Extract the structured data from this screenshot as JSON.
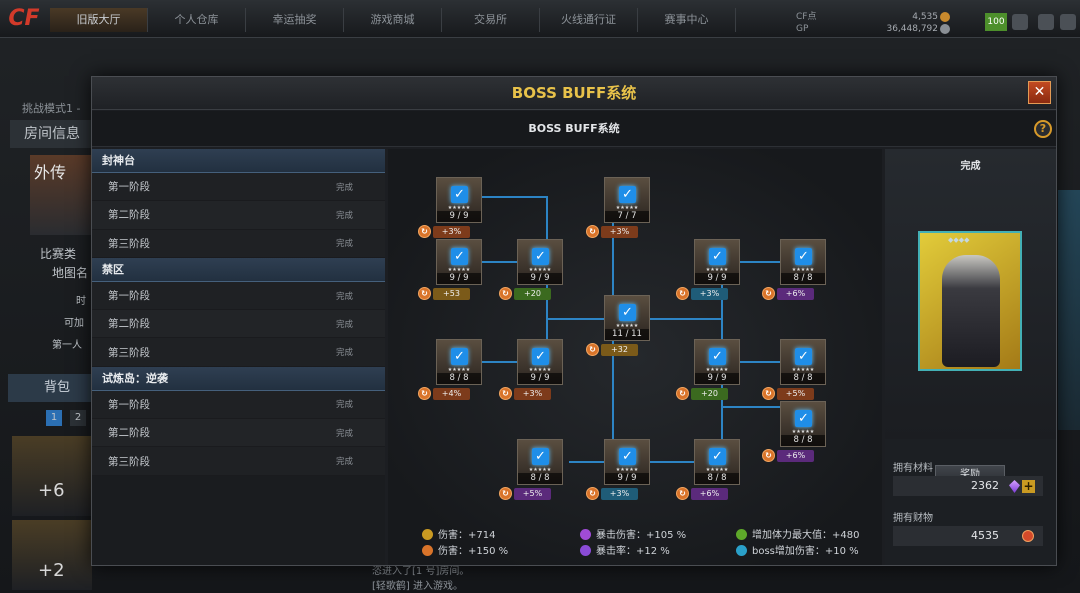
{
  "background": {
    "logo": "CF",
    "nav": [
      "旧版大厅",
      "个人仓库",
      "幸运抽奖",
      "游戏商城",
      "交易所",
      "火线通行证",
      "赛事中心"
    ],
    "currency_labels": [
      "CF点",
      "GP"
    ],
    "cf_points": "4,535",
    "gp": "36,448,792",
    "level": "100",
    "mode_label": "挑战模式1 -",
    "room_info_tab": "房间信息",
    "banner_text": "外传",
    "side_lines": [
      "比赛类",
      "地图名",
      "时",
      "可加",
      "第一人"
    ],
    "bag_tab": "背包",
    "bag_pages": [
      "1",
      "2"
    ],
    "card_values": [
      "+6",
      "+2"
    ],
    "chat_lines": [
      "恣进入了[1 号]房间。",
      "[轻歌鹤] 进入游戏。"
    ]
  },
  "modal": {
    "title": "BOSS BUFF系统",
    "subtitle": "BOSS BUFF系统",
    "close_label": "✕",
    "help_label": "?"
  },
  "stages": [
    {
      "section": "封神台",
      "rows": [
        {
          "name": "第一阶段",
          "status": "完成"
        },
        {
          "name": "第二阶段",
          "status": "完成"
        },
        {
          "name": "第三阶段",
          "status": "完成"
        }
      ]
    },
    {
      "section": "禁区",
      "rows": [
        {
          "name": "第一阶段",
          "status": "完成"
        },
        {
          "name": "第二阶段",
          "status": "完成"
        },
        {
          "name": "第三阶段",
          "status": "完成"
        }
      ]
    },
    {
      "section": "试炼岛：逆袭",
      "rows": [
        {
          "name": "第一阶段",
          "status": "完成"
        },
        {
          "name": "第二阶段",
          "status": "完成"
        },
        {
          "name": "第三阶段",
          "status": "完成"
        }
      ]
    }
  ],
  "nodes": [
    {
      "count": "9 / 9",
      "bonus": "+3%",
      "type": "burn"
    },
    {
      "count": "7 / 7",
      "bonus": "+3%",
      "type": "burn"
    },
    {
      "count": "9 / 9",
      "bonus": "+53",
      "type": "atk"
    },
    {
      "count": "9 / 9",
      "bonus": "+20",
      "type": "hp"
    },
    {
      "count": "9 / 9",
      "bonus": "+3%",
      "type": "boss"
    },
    {
      "count": "8 / 8",
      "bonus": "+6%",
      "type": "crit"
    },
    {
      "count": "11 / 11",
      "bonus": "+32",
      "type": "atk"
    },
    {
      "count": "8 / 8",
      "bonus": "+4%",
      "type": "burn"
    },
    {
      "count": "9 / 9",
      "bonus": "+3%",
      "type": "burn"
    },
    {
      "count": "9 / 9",
      "bonus": "+20",
      "type": "hp"
    },
    {
      "count": "8 / 8",
      "bonus": "+5%",
      "type": "burn"
    },
    {
      "count": "8 / 8",
      "bonus": "+6%",
      "type": "crit"
    },
    {
      "count": "8 / 8",
      "bonus": "+5%",
      "type": "crit"
    },
    {
      "count": "9 / 9",
      "bonus": "+3%",
      "type": "boss"
    },
    {
      "count": "8 / 8",
      "bonus": "+6%",
      "type": "crit"
    }
  ],
  "totals": [
    {
      "label": "伤害：+714",
      "color": "#c99a22"
    },
    {
      "label": "伤害：+150 %",
      "color": "#d9742a"
    },
    {
      "label": "暴击伤害：+105 %",
      "color": "#a04bd6"
    },
    {
      "label": "暴击率：+12 %",
      "color": "#8a4bd6"
    },
    {
      "label": "增加体力最大值：+480",
      "color": "#5ea82a"
    },
    {
      "label": "boss增加伤害：+10 %",
      "color": "#2aa0c9"
    }
  ],
  "reward": {
    "title": "完成",
    "claim_label": "奖励",
    "materials_label": "拥有材料",
    "materials_value": "2362",
    "wealth_label": "拥有财物",
    "wealth_value": "4535"
  },
  "colors": {
    "title_gold": "#e8c24a",
    "link_blue": "#2f8fd6",
    "check_blue": "#1f8ee8"
  }
}
